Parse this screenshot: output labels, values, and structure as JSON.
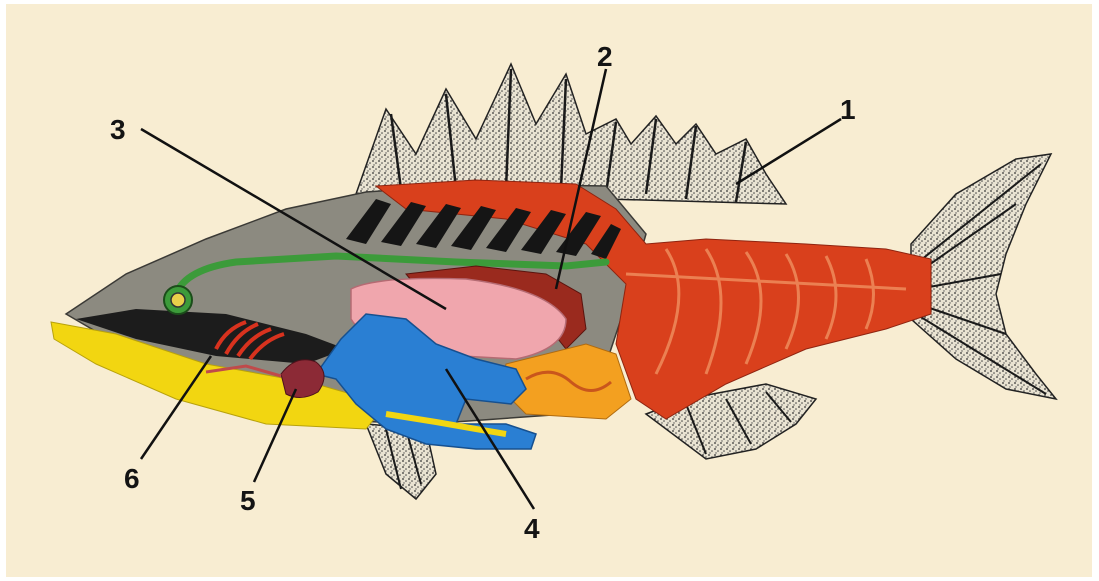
{
  "labels": {
    "l1": "1",
    "l2": "2",
    "l3": "3",
    "l4": "4",
    "l5": "5",
    "l6": "6"
  },
  "colors": {
    "background": "#f8edd2",
    "head_gray": "#8c8a80",
    "lower_jaw_yellow": "#f2d611",
    "muscle_red": "#d9401c",
    "spinal_cord_green": "#3c9b3a",
    "kidney_darkred": "#9a2a1e",
    "swim_bladder_pink": "#f0a6ad",
    "digestive_blue": "#2a7fd3",
    "gonad_orange": "#f3a020",
    "gills_red": "#d8321e",
    "heart_maroon": "#8c2a36",
    "fins_stipple": "#2a2a2a"
  }
}
